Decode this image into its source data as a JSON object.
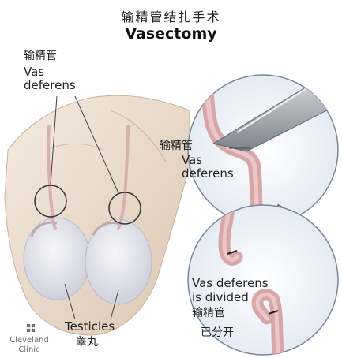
{
  "title": {
    "zh": "输精管结扎手术",
    "en": "Vasectomy"
  },
  "labels": {
    "vas_left_zh": "输精管",
    "vas_left_en_line1": "Vas",
    "vas_left_en_line2": "deferens",
    "vas_right_zh": "输精管",
    "vas_right_en_line1": "Vas",
    "vas_right_en_line2": "deferens",
    "divided_en_line1": "Vas deferens",
    "divided_en_line2": "is divided",
    "divided_zh_line1": "输精管",
    "divided_zh_line2": "已分开",
    "testicles_en": "Testicles",
    "testicles_zh": "睾丸"
  },
  "logo": {
    "line1": "Cleveland",
    "line2": "Clinic"
  },
  "colors": {
    "skin": "#efe3d6",
    "skin_shadow": "#d9c4ae",
    "vas": "#d7a7a7",
    "testicle": "#e4e4ee",
    "circle_bg": "#e8eef6",
    "instrument": "#a9aeb5"
  }
}
